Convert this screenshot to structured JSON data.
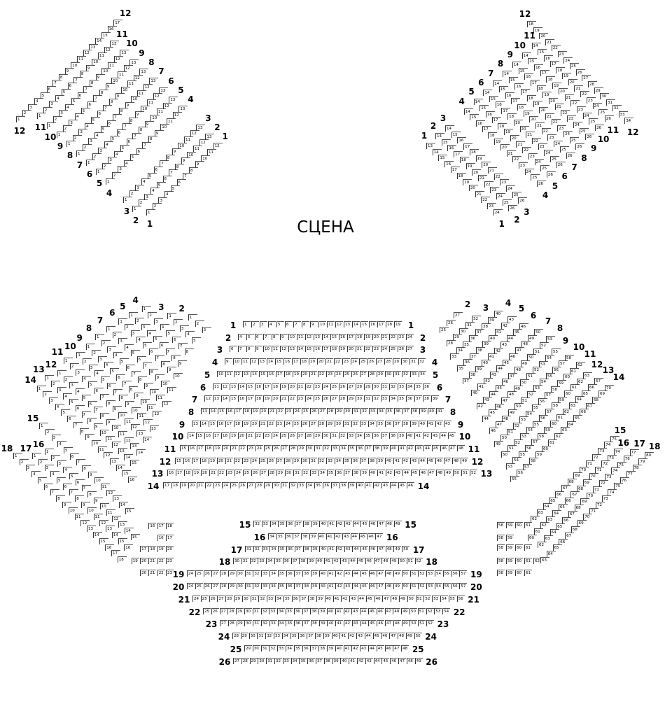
{
  "stage_label": "СЦЕНА",
  "balcony_left": {
    "rows": [
      {
        "row": "1",
        "from": 1,
        "to": 12
      },
      {
        "row": "2",
        "from": 1,
        "to": 13
      },
      {
        "row": "3",
        "from": 1,
        "to": 13
      },
      {
        "row": "4",
        "from": 1,
        "to": 13
      },
      {
        "row": "5",
        "from": 1,
        "to": 13
      },
      {
        "row": "6",
        "from": 1,
        "to": 13
      },
      {
        "row": "7",
        "from": 1,
        "to": 13
      },
      {
        "row": "8",
        "from": 1,
        "to": 13
      },
      {
        "row": "9",
        "from": 1,
        "to": 13
      },
      {
        "row": "10",
        "from": 1,
        "to": 13
      },
      {
        "row": "11",
        "from": 1,
        "to": 13
      },
      {
        "row": "12",
        "from": 1,
        "to": 17
      }
    ]
  },
  "balcony_right": {
    "rows": [
      {
        "row": "1",
        "from": 13,
        "to": 24
      },
      {
        "row": "2",
        "from": 14,
        "to": 26
      },
      {
        "row": "3",
        "from": 14,
        "to": 26
      },
      {
        "row": "4",
        "from": 14,
        "to": 26
      },
      {
        "row": "5",
        "from": 14,
        "to": 26
      },
      {
        "row": "6",
        "from": 14,
        "to": 26
      },
      {
        "row": "7",
        "from": 14,
        "to": 26
      },
      {
        "row": "8",
        "from": 14,
        "to": 26
      },
      {
        "row": "9",
        "from": 14,
        "to": 26
      },
      {
        "row": "10",
        "from": 14,
        "to": 26
      },
      {
        "row": "11",
        "from": 14,
        "to": 26
      },
      {
        "row": "12",
        "from": 18,
        "to": 34
      }
    ]
  },
  "lodge_left": {
    "rows": [
      {
        "row": "2",
        "from": 1,
        "to": 3
      },
      {
        "row": "3",
        "from": 1,
        "to": 5
      },
      {
        "row": "4",
        "from": 1,
        "to": 8
      },
      {
        "row": "5",
        "from": 1,
        "to": 9
      },
      {
        "row": "6",
        "from": 1,
        "to": 10
      },
      {
        "row": "7",
        "from": 1,
        "to": 11
      },
      {
        "row": "8",
        "from": 1,
        "to": 12
      },
      {
        "row": "9",
        "from": 1,
        "to": 12
      },
      {
        "row": "10",
        "from": 1,
        "to": 13
      },
      {
        "row": "11",
        "from": 1,
        "to": 14
      },
      {
        "row": "12",
        "from": 1,
        "to": 14
      },
      {
        "row": "13",
        "from": 1,
        "to": 15
      },
      {
        "row": "14",
        "from": 1,
        "to": 16
      }
    ]
  },
  "lodge_right": {
    "rows": [
      {
        "row": "2",
        "from": 25,
        "to": 27
      },
      {
        "row": "3",
        "from": 28,
        "to": 32
      },
      {
        "row": "4",
        "from": 33,
        "to": 40
      },
      {
        "row": "5",
        "from": 35,
        "to": 43
      },
      {
        "row": "6",
        "from": 37,
        "to": 46
      },
      {
        "row": "7",
        "from": 40,
        "to": 50
      },
      {
        "row": "8",
        "from": 42,
        "to": 53
      },
      {
        "row": "9",
        "from": 44,
        "to": 55
      },
      {
        "row": "10",
        "from": 46,
        "to": 58
      },
      {
        "row": "11",
        "from": 49,
        "to": 62
      },
      {
        "row": "12",
        "from": 50,
        "to": 63
      },
      {
        "row": "13",
        "from": 53,
        "to": 67
      },
      {
        "row": "14",
        "from": 55,
        "to": 70
      }
    ]
  },
  "stalls_front": {
    "rows": [
      {
        "row": "1",
        "from": 1,
        "to": 19
      },
      {
        "row": "2",
        "from": 4,
        "to": 24
      },
      {
        "row": "3",
        "from": 6,
        "to": 27
      },
      {
        "row": "4",
        "from": 9,
        "to": 32
      },
      {
        "row": "5",
        "from": 10,
        "to": 34
      },
      {
        "row": "6",
        "from": 11,
        "to": 36
      },
      {
        "row": "7",
        "from": 12,
        "to": 39
      },
      {
        "row": "8",
        "from": 13,
        "to": 41
      },
      {
        "row": "9",
        "from": 13,
        "to": 43
      },
      {
        "row": "10",
        "from": 14,
        "to": 45
      },
      {
        "row": "11",
        "from": 15,
        "to": 48
      },
      {
        "row": "12",
        "from": 15,
        "to": 49
      },
      {
        "row": "13",
        "from": 16,
        "to": 52
      },
      {
        "row": "14",
        "from": 17,
        "to": 46
      }
    ]
  },
  "stalls_rear": {
    "rows": [
      {
        "row": "15",
        "from": 32,
        "to": 49
      },
      {
        "row": "16",
        "from": 34,
        "to": 47
      },
      {
        "row": "17",
        "from": 31,
        "to": 50
      },
      {
        "row": "18",
        "from": 30,
        "to": 52
      },
      {
        "row": "19",
        "from": 24,
        "to": 57
      },
      {
        "row": "20",
        "from": 24,
        "to": 57
      },
      {
        "row": "21",
        "from": 24,
        "to": 56
      },
      {
        "row": "22",
        "from": 25,
        "to": 54
      },
      {
        "row": "23",
        "from": 27,
        "to": 52
      },
      {
        "row": "24",
        "from": 28,
        "to": 50
      },
      {
        "row": "25",
        "from": 29,
        "to": 48
      },
      {
        "row": "26",
        "from": 27,
        "to": 49
      }
    ]
  },
  "side_left": {
    "rows": [
      {
        "row": "15",
        "diag_from": 1,
        "diag_to": 15,
        "wing_from": 16,
        "wing_to": 18
      },
      {
        "row": "16",
        "diag_from": 1,
        "diag_to": 15,
        "wing_from": 16,
        "wing_to": 17
      },
      {
        "row": "17",
        "diag_from": 1,
        "diag_to": 16,
        "wing_from": 17,
        "wing_to": 20
      },
      {
        "row": "18",
        "diag_from": 1,
        "diag_to": 18,
        "wing_from": 19,
        "wing_to": 23
      },
      {
        "wing_from": 20,
        "wing_to": 23
      }
    ]
  },
  "side_right": {
    "rows": [
      {
        "row": "15",
        "wing_from": 58,
        "wing_to": 61,
        "diag_from": 62,
        "diag_to": 75
      },
      {
        "row": "16",
        "wing_from": 58,
        "wing_to": 59,
        "diag_from": 60,
        "diag_to": 74
      },
      {
        "row": "17",
        "wing_from": 58,
        "wing_to": 61,
        "diag_from": 62,
        "diag_to": 77
      },
      {
        "row": "18",
        "wing_from": 58,
        "wing_to": 62,
        "diag_from": 63,
        "diag_to": 80
      },
      {
        "wing_from": 58,
        "wing_to": 61
      }
    ]
  }
}
